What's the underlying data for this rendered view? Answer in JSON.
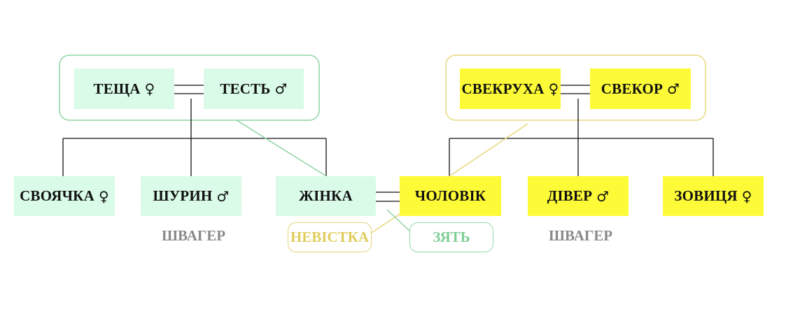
{
  "colors": {
    "green_fill": "#d9fbe8",
    "yellow_fill": "#fdfb37",
    "green_line": "#8fd4a4",
    "yellow_line": "#e6d77f",
    "connector": "#111111",
    "grey_label": "#8a8a8a"
  },
  "nodes": {
    "teshcha": {
      "text": "ТЕЩА",
      "symbol": "♀"
    },
    "test": {
      "text": "ТЕСТЬ",
      "symbol": "♂"
    },
    "svekrukha": {
      "text": "СВЕКРУХА",
      "symbol": "♀"
    },
    "svekor": {
      "text": "СВЕКОР",
      "symbol": "♂"
    },
    "svoiachka": {
      "text": "СВОЯЧКА",
      "symbol": "♀"
    },
    "shuryn": {
      "text": "ШУРИН",
      "symbol": "♂"
    },
    "zhinka": {
      "text": "ЖІНКА"
    },
    "cholovik": {
      "text": "ЧОЛОВІК"
    },
    "diver": {
      "text": "ДІВЕР",
      "symbol": "♂"
    },
    "zovytsia": {
      "text": "ЗОВИЦЯ",
      "symbol": "♀"
    }
  },
  "labels": {
    "shvaher_left": "ШВАГЕР",
    "shvaher_right": "ШВАГЕР",
    "nevistka": "НЕВІСТКА",
    "ziat": "ЗЯТЬ"
  }
}
